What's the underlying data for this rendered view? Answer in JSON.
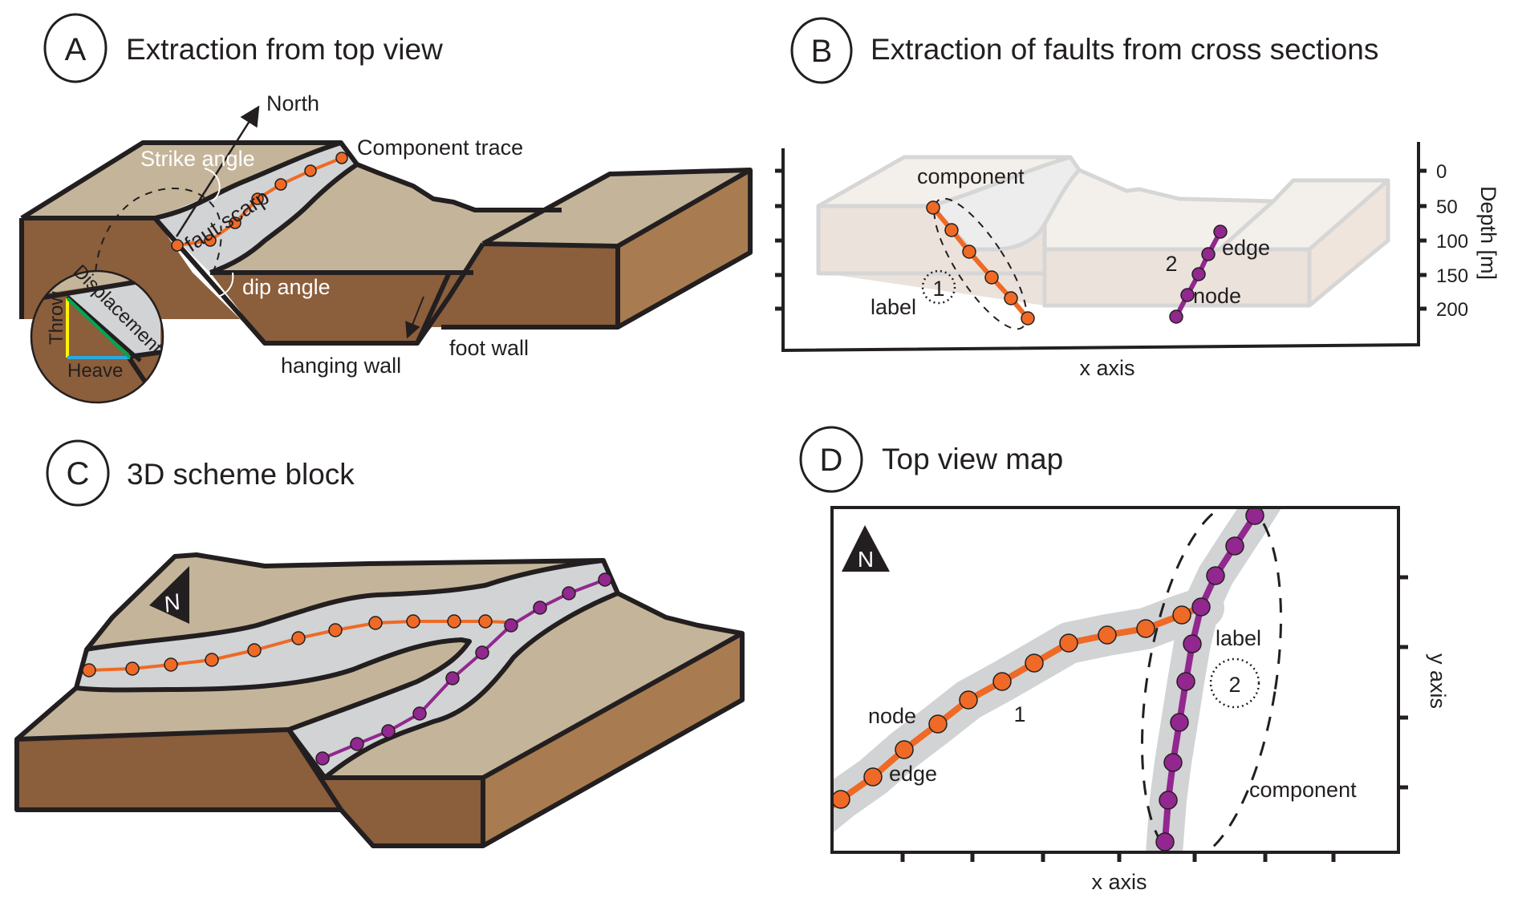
{
  "colors": {
    "orange": "#ee6a26",
    "purple": "#92278f",
    "top_surface": "#c4b59a",
    "front_face": "#8b5e3c",
    "side_face": "#a87c50",
    "scarp": "#d1d3d4",
    "throw": "#fff200",
    "heave": "#27aae1",
    "displacement": "#00a651",
    "text": "#231f20"
  },
  "panels": {
    "a": {
      "letter": "A",
      "title": "Extraction from top view",
      "north_label": "North",
      "strike_angle_label": "Strike angle",
      "fault_scarp_label": "faut scarp",
      "component_trace_label": "Component trace",
      "dip_angle_label": "dip angle",
      "hanging_wall_label": "hanging wall",
      "foot_wall_label": "foot wall",
      "inset": {
        "throw_label": "Throw",
        "heave_label": "Heave",
        "displacement_label": "Displacement"
      }
    },
    "b": {
      "letter": "B",
      "title": "Extraction of faults from cross sections",
      "component_label": "component",
      "label_label": "label",
      "edge_label": "edge",
      "node_label": "node",
      "fault1_label": "1",
      "fault2_label": "2",
      "x_axis_label": "x axis",
      "y_axis_label": "Depth [m]",
      "depth_ticks": [
        "0",
        "50",
        "100",
        "150",
        "200"
      ]
    },
    "c": {
      "letter": "C",
      "title": "3D scheme block",
      "north_marker": "N"
    },
    "d": {
      "letter": "D",
      "title": "Top view map",
      "north_marker": "N",
      "node_label": "node",
      "edge_label": "edge",
      "label_label": "label",
      "component_label": "component",
      "fault1_label": "1",
      "fault2_label": "2",
      "x_axis_label": "x axis",
      "y_axis_label": "y axis"
    }
  }
}
